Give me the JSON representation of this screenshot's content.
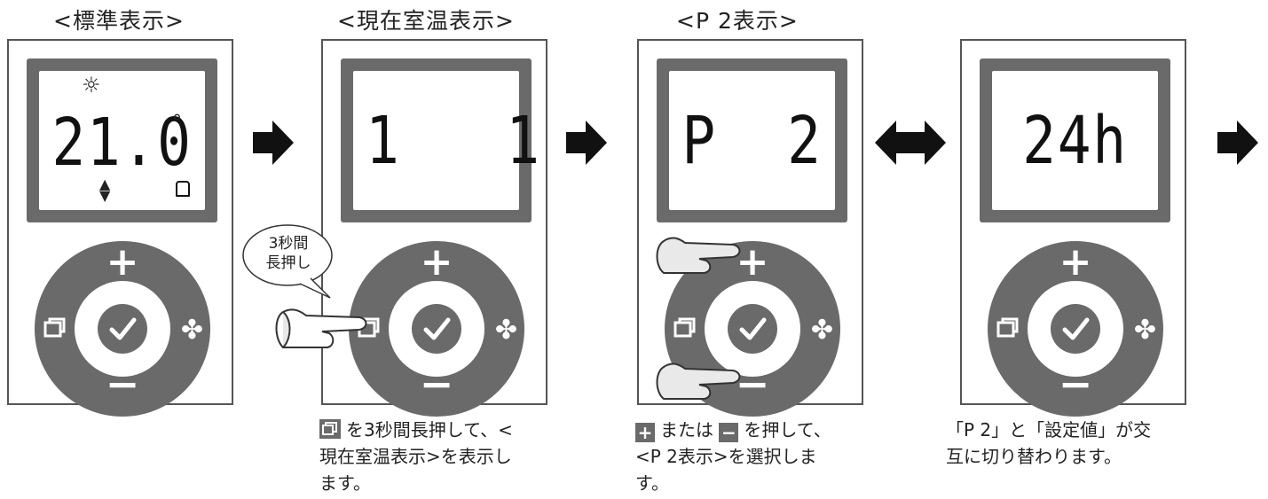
{
  "panels": [
    {
      "title": "<標準表示>",
      "lcd": "21.0",
      "degree": "°"
    },
    {
      "title": "<現在室温表示>",
      "lcd": "1   1"
    },
    {
      "title": "<P 2表示>",
      "lcd": "P  2"
    },
    {
      "title": "",
      "lcd": "24h"
    }
  ],
  "controls": {
    "plus": "+",
    "minus": "−"
  },
  "bubble": {
    "line1": "3秒間",
    "line2": "長押し"
  },
  "captions": {
    "step1": {
      "line1": "を3秒間長押して、<",
      "line2": "現在室温表示>を表示し",
      "line3": "ます。"
    },
    "step2": {
      "line1": "または",
      "line1b": "を押して、",
      "line2": "<P 2表示>を選択しま",
      "line3": "す。"
    },
    "step3": {
      "line1": "「P 2」と「設定値」が交",
      "line2": "互に切り替わります。"
    }
  },
  "colors": {
    "device_gray": "#6a6a6a",
    "arrow": "#111111"
  }
}
